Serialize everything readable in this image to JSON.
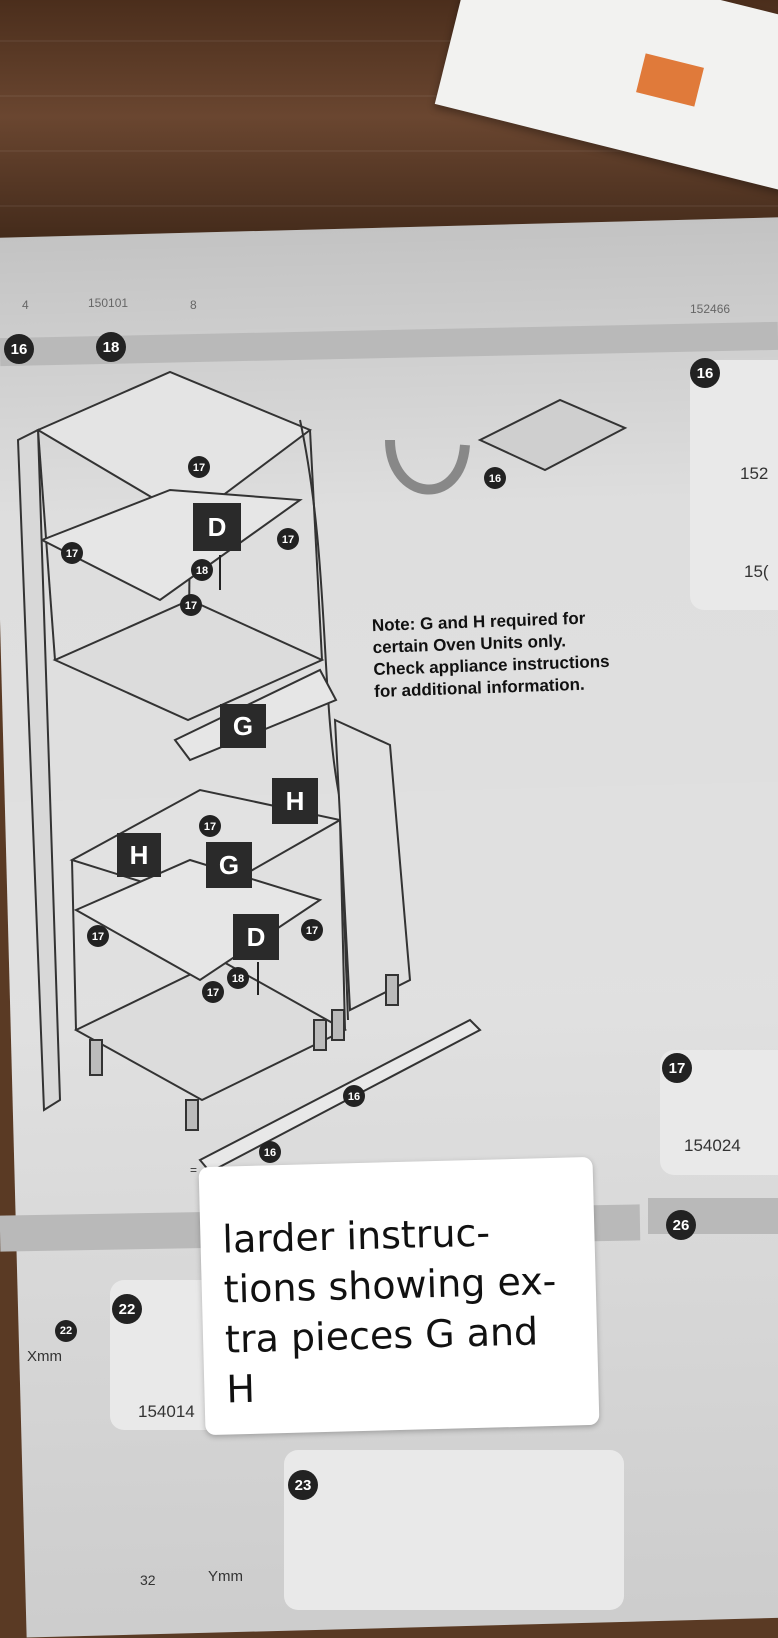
{
  "header_row": {
    "left_num": "4",
    "code": "150101",
    "right_num": "8",
    "far_code": "152466"
  },
  "step_range": {
    "from": "16",
    "to": "18"
  },
  "note_lines": [
    "Note: G and H required for",
    "certain Oven Units only.",
    "Check appliance instructions",
    "for additional information."
  ],
  "labels": {
    "d": "D",
    "g": "G",
    "h": "H"
  },
  "callouts": {
    "c16": "16",
    "c17": "17",
    "c18": "18",
    "c22": "22",
    "c23": "23",
    "c26": "26"
  },
  "right_panel": {
    "step": "16",
    "code_a": "152",
    "code_b": "15("
  },
  "part_17": {
    "code": "154024"
  },
  "part_22": {
    "code": "154014"
  },
  "dimensions": {
    "x": "Xmm",
    "y": "Ymm",
    "n32": "32",
    "eq": "="
  },
  "caption": "larder instructions showing extra pieces G and H",
  "caption_lines": [
    "larder instruc-",
    "tions showing ex-",
    "tra pieces G and",
    "H"
  ]
}
